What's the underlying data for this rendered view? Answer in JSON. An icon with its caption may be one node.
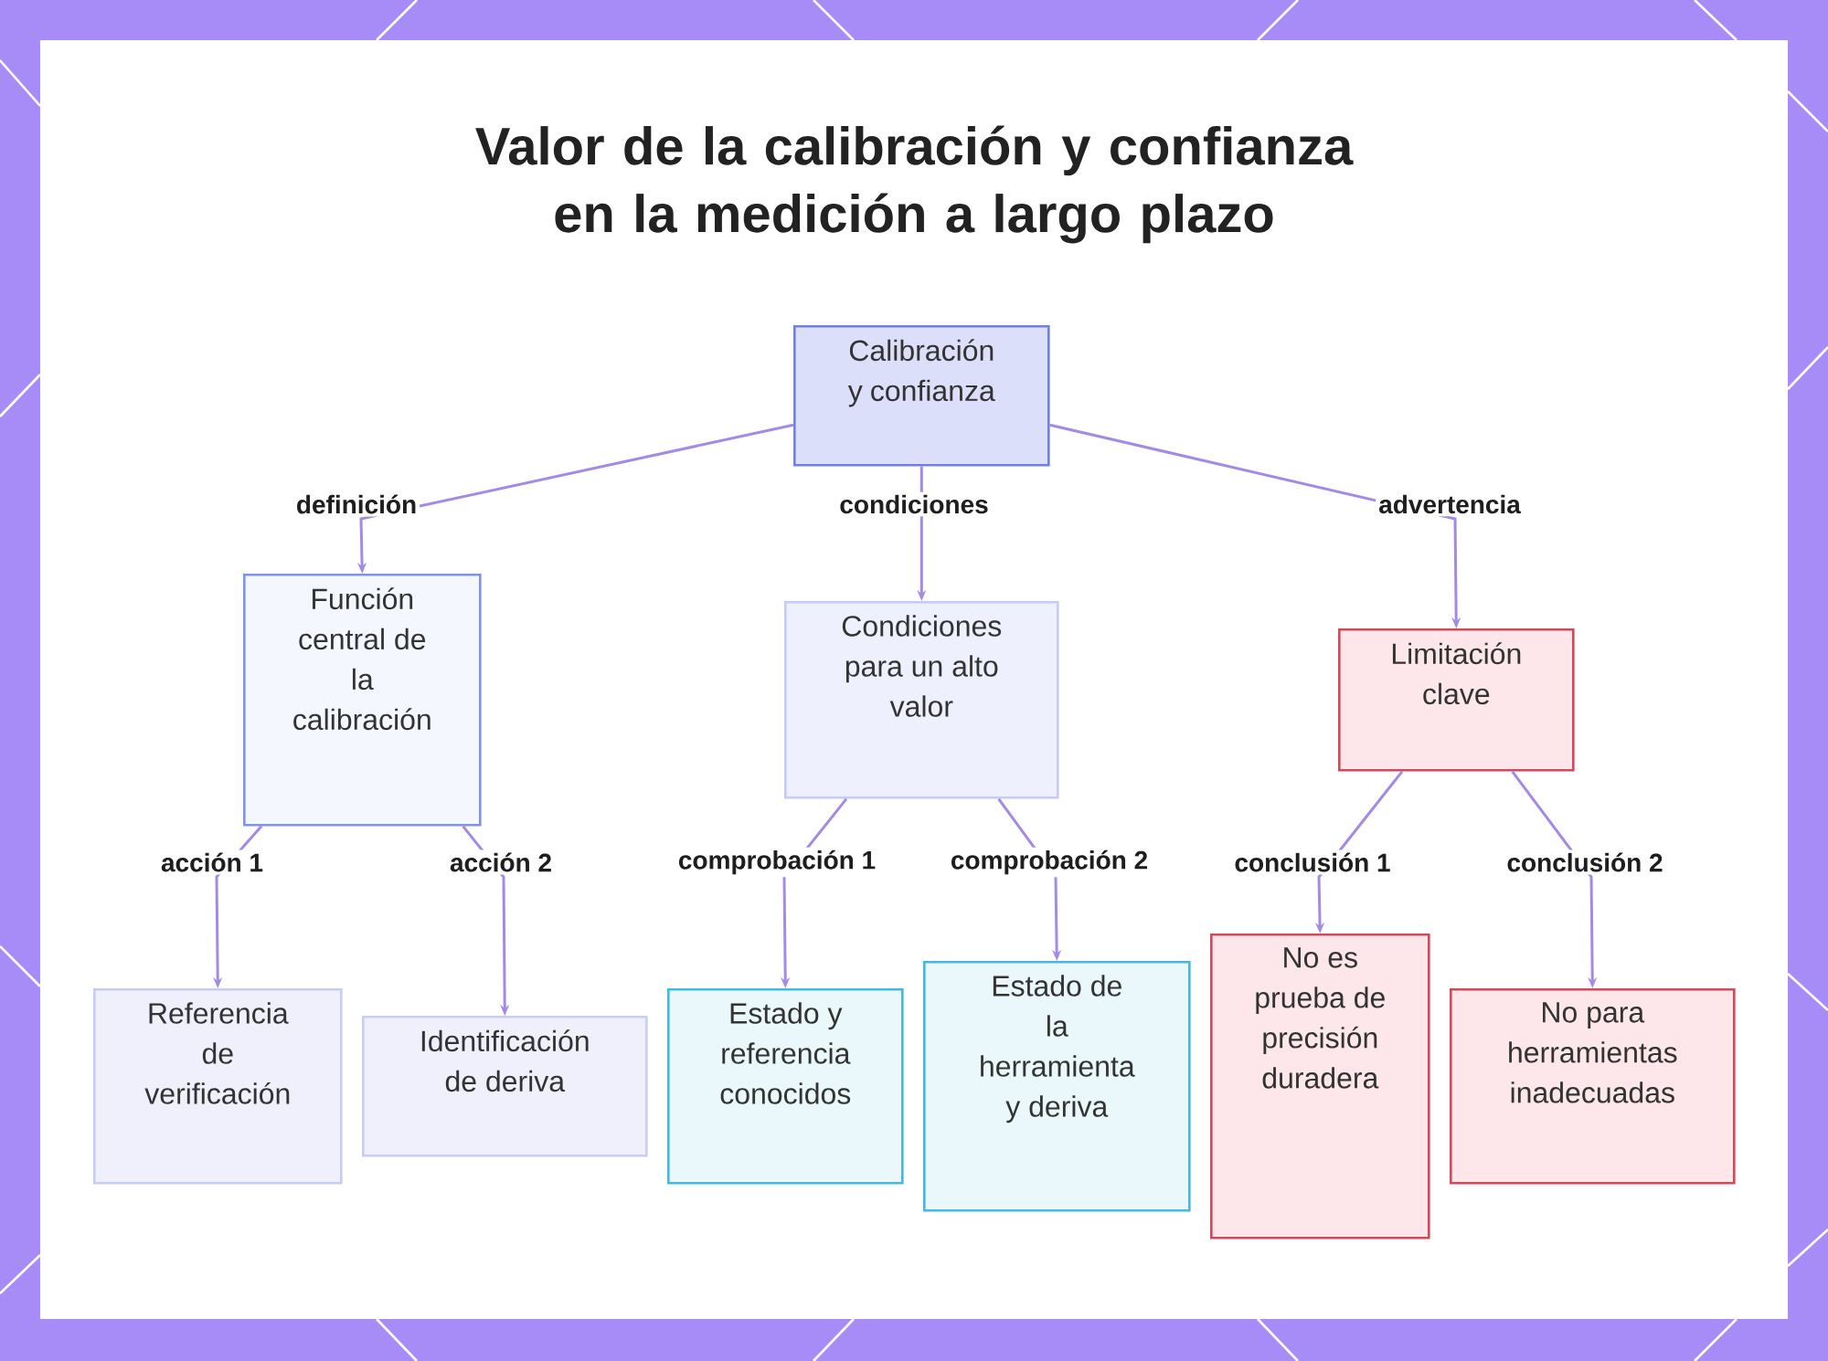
{
  "diagram": {
    "title": "Valor de la calibración y confianza en la medición a largo plazo",
    "nodes": [
      {
        "text": [
          "Calibración y confianza"
        ]
      },
      {
        "text": [
          "Función central de la calibración"
        ]
      },
      {
        "text": [
          "Condiciones para un alto valor"
        ]
      },
      {
        "text": [
          "Limitación clave"
        ]
      },
      {
        "text": [
          "Referencia de verificación"
        ]
      },
      {
        "text": [
          "Identificación de deriva"
        ]
      },
      {
        "text": [
          "Estado y referencia conocidos"
        ]
      },
      {
        "text": [
          "Estado de la herramienta y deriva"
        ]
      },
      {
        "text": [
          "No es prueba de precisión duradera"
        ]
      },
      {
        "text": [
          "No para herramientas inadecuadas"
        ]
      }
    ],
    "edges": [
      {
        "from": 0,
        "to": 1,
        "arrow": "to",
        "label": "definición"
      },
      {
        "from": 0,
        "to": 2,
        "arrow": "to",
        "label": "condiciones"
      },
      {
        "from": 0,
        "to": 3,
        "arrow": "to",
        "label": "advertencia"
      },
      {
        "from": 1,
        "to": 4,
        "arrow": "to",
        "label": "acción 1"
      },
      {
        "from": 1,
        "to": 5,
        "arrow": "to",
        "label": "acción 2"
      },
      {
        "from": 2,
        "to": 6,
        "arrow": "to",
        "label": "comprobación 1"
      },
      {
        "from": 2,
        "to": 7,
        "arrow": "to",
        "label": "comprobación 2"
      },
      {
        "from": 3,
        "to": 8,
        "arrow": "to",
        "label": "conclusión 1"
      },
      {
        "from": 3,
        "to": 9,
        "arrow": "to",
        "label": "conclusión 2"
      }
    ]
  }
}
